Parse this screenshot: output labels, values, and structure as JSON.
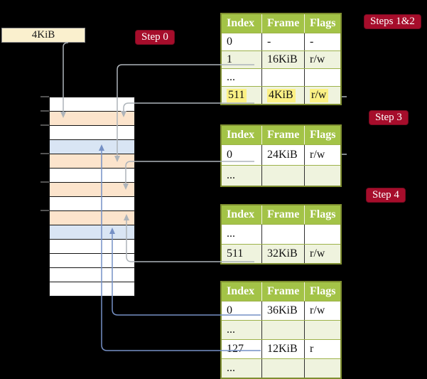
{
  "page_box": {
    "label": "4KiB"
  },
  "steps": {
    "step0": "Step 0",
    "steps12": "Steps 1&2",
    "step3": "Step 3",
    "step4": "Step 4"
  },
  "memory": {
    "pattern": [
      "white",
      "orange",
      "white",
      "blue",
      "orange",
      "white",
      "orange",
      "white",
      "orange",
      "blue",
      "white",
      "white",
      "white",
      "white"
    ]
  },
  "tables": [
    {
      "headers": [
        "Index",
        "Frame",
        "Flags"
      ],
      "rows": [
        {
          "cells": [
            "0",
            "-",
            "-"
          ],
          "shaded": false,
          "highlight": false
        },
        {
          "cells": [
            "1",
            "16KiB",
            "r/w"
          ],
          "shaded": true,
          "highlight": false
        },
        {
          "cells": [
            "...",
            "",
            ""
          ],
          "shaded": false,
          "highlight": false
        },
        {
          "cells": [
            "511",
            "4KiB",
            "r/w"
          ],
          "shaded": true,
          "highlight": true
        }
      ]
    },
    {
      "headers": [
        "Index",
        "Frame",
        "Flags"
      ],
      "rows": [
        {
          "cells": [
            "0",
            "24KiB",
            "r/w"
          ],
          "shaded": false,
          "highlight": false
        },
        {
          "cells": [
            "...",
            "",
            ""
          ],
          "shaded": true,
          "highlight": false
        }
      ]
    },
    {
      "headers": [
        "Index",
        "Frame",
        "Flags"
      ],
      "rows": [
        {
          "cells": [
            "...",
            "",
            ""
          ],
          "shaded": false,
          "highlight": false
        },
        {
          "cells": [
            "511",
            "32KiB",
            "r/w"
          ],
          "shaded": true,
          "highlight": false
        }
      ]
    },
    {
      "headers": [
        "Index",
        "Frame",
        "Flags"
      ],
      "rows": [
        {
          "cells": [
            "0",
            "36KiB",
            "r/w"
          ],
          "shaded": false,
          "highlight": false
        },
        {
          "cells": [
            "...",
            "",
            ""
          ],
          "shaded": true,
          "highlight": false
        },
        {
          "cells": [
            "127",
            "12KiB",
            "r"
          ],
          "shaded": false,
          "highlight": false
        },
        {
          "cells": [
            "...",
            "",
            ""
          ],
          "shaded": true,
          "highlight": false
        }
      ]
    }
  ],
  "colors": {
    "background": "#000000",
    "page_box_fill": "#FAF0CE",
    "step_label_fill": "#A60D2B",
    "table_header_fill": "#A3C347",
    "table_border": "#7E8E30",
    "table_row_shaded": "#EFF3DE",
    "highlight_yellow": "#FCF185",
    "memory_orange": "#FCE4CC",
    "memory_blue": "#D9E5F4",
    "arrow_gray": "#AEB4BA",
    "arrow_blue": "#7590C5"
  }
}
